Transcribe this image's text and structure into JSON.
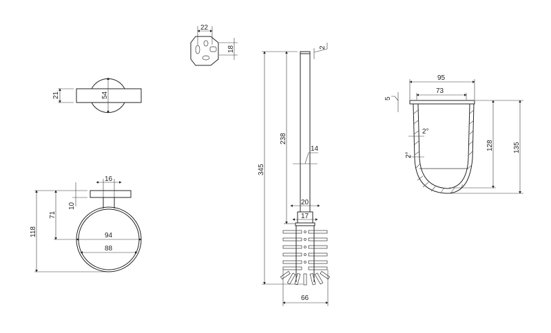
{
  "drawing": {
    "mount_plate": {
      "width": "22",
      "height": "18"
    },
    "holder_side": {
      "thickness": "21",
      "diameter": "54"
    },
    "ring_holder": {
      "plate_width": "16",
      "plate_thickness": "10",
      "center_height": "71",
      "total_height": "118",
      "outer_diameter": "94",
      "inner_diameter": "88"
    },
    "brush": {
      "cap": "2",
      "total_length": "345",
      "handle_length": "238",
      "handle_diameter": "14",
      "collar_outer": "20",
      "collar_inner": "17",
      "head_width": "66"
    },
    "bowl": {
      "outer_width": "95",
      "inner_width": "73",
      "rim": "5",
      "draft_angle_1": "2°",
      "draft_angle_2": "2°",
      "inner_depth": "128",
      "total_height": "135"
    }
  }
}
